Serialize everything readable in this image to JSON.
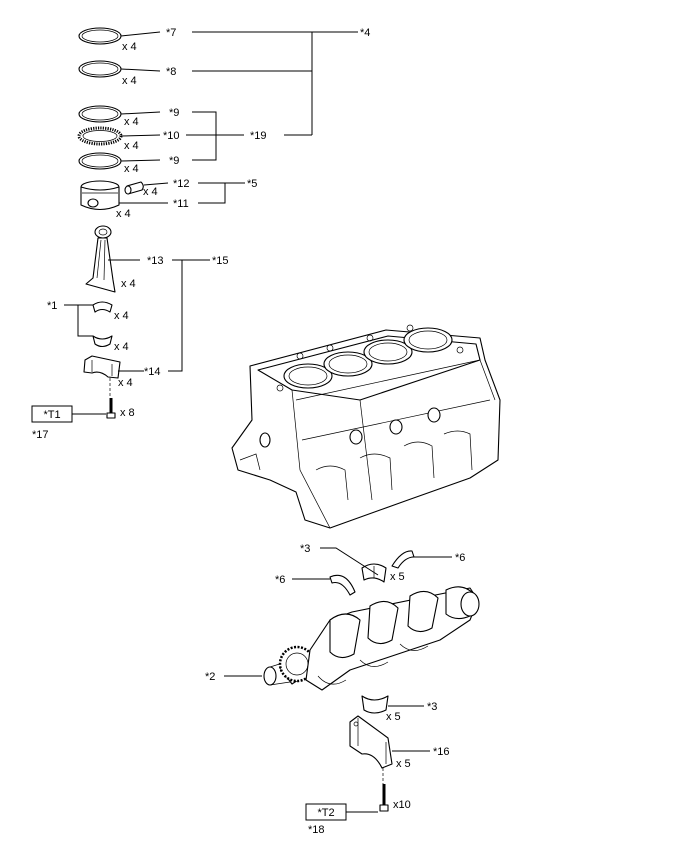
{
  "parts": {
    "p1": "*1",
    "p2": "*2",
    "p3a": "*3",
    "p3b": "*3",
    "p4": "*4",
    "p5": "*5",
    "p6a": "*6",
    "p6b": "*6",
    "p7": "*7",
    "p8": "*8",
    "p9a": "*9",
    "p9b": "*9",
    "p10": "*10",
    "p11": "*11",
    "p12": "*12",
    "p13": "*13",
    "p14": "*14",
    "p15": "*15",
    "p16": "*16",
    "p17": "*17",
    "p18": "*18",
    "p19": "*19"
  },
  "torque": {
    "t1": "*T1",
    "t2": "*T2"
  },
  "qty": {
    "ring7": "x 4",
    "ring8": "x 4",
    "ring9a": "x 4",
    "ring10": "x 4",
    "ring9b": "x 4",
    "pin": "x 4",
    "piston": "x 4",
    "rod": "x 4",
    "bearing_up": "x 4",
    "bearing_low": "x 4",
    "rodcap": "x 4",
    "rodbolt": "x 8",
    "mainbrg_up": "x 5",
    "mainbrg_low": "x 5",
    "maincap": "x 5",
    "mainbolt": "x10"
  }
}
